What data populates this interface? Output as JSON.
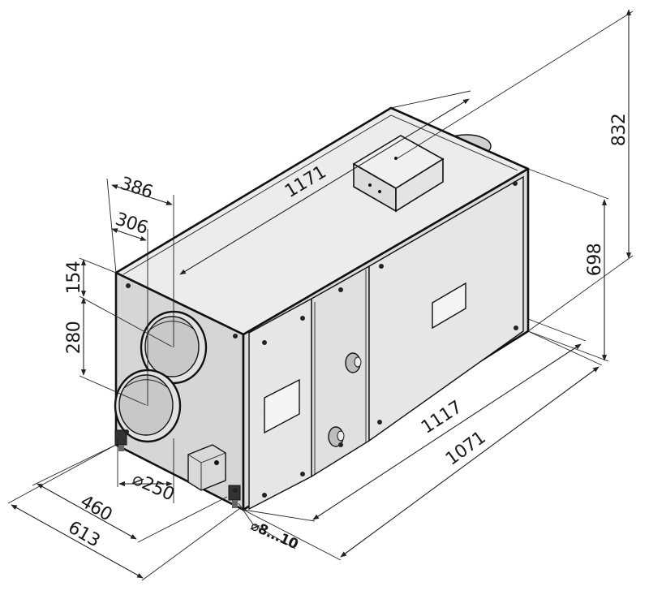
{
  "dimensions": {
    "width_386": "386",
    "width_306": "306",
    "length_1171": "1171",
    "height_832": "832",
    "height_698": "698",
    "offset_154": "154",
    "spacing_280": "280",
    "length_1117": "1117",
    "length_1071": "1071",
    "depth_460": "460",
    "depth_613": "613",
    "duct_diameter": "⌀250",
    "drain_diameter": "⌀8...10"
  },
  "colors": {
    "line": "#111111",
    "top_face": "#ececec",
    "end_face": "#d6d6d6",
    "side_face": "#dcdcdc",
    "panel": "#e6e6e6",
    "duct_inner": "#c8c8c8"
  }
}
